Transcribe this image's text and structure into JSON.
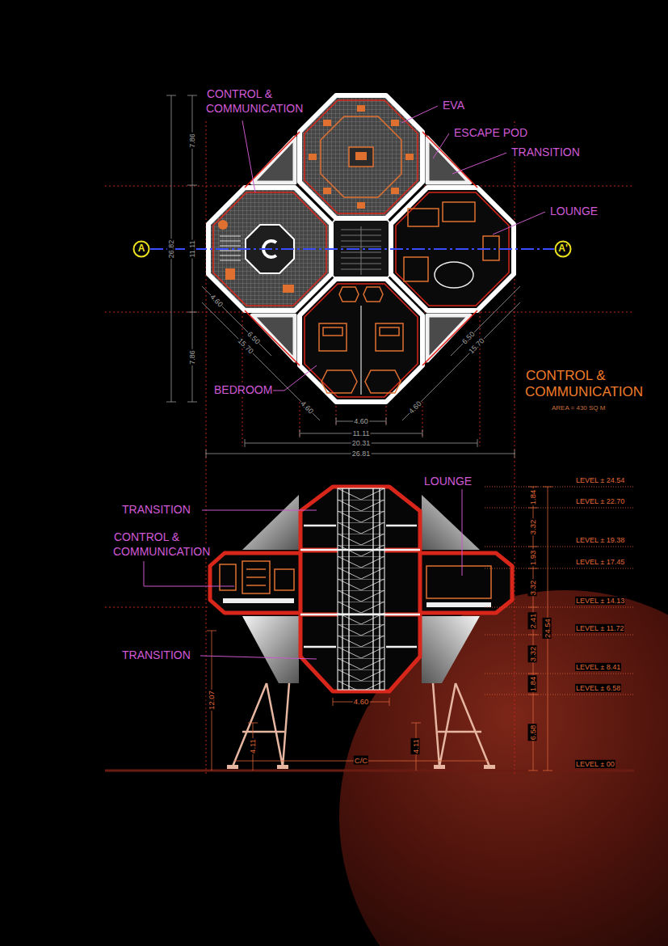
{
  "diagram": {
    "title": "CONTROL & COMMUNICATION",
    "caption": "AREA = 430 SQ M",
    "nodes": [
      {
        "text": [
          "A"
        ]
      },
      {
        "text": [
          "A'"
        ]
      }
    ],
    "edges": [
      {
        "from": 0,
        "to": 1,
        "arrow": "none"
      }
    ],
    "labels": [
      "CONTROL & COMMUNICATION",
      "EVA",
      "ESCAPE POD",
      "TRANSITION",
      "LOUNGE",
      "BEDROOM",
      "7.86",
      "26.82",
      "11.11",
      "7.86",
      "4.60",
      "6.50",
      "15.70",
      "4.60",
      "6.50",
      "15.70",
      "4.60",
      "4.60",
      "11.11",
      "20.31",
      "26.81",
      "LOUNGE",
      "TRANSITION",
      "CONTROL & COMMUNICATION",
      "TRANSITION",
      "4.60",
      "12.07",
      "4.11",
      "4.11",
      "C/C",
      "1.84",
      "3.32",
      "1.93",
      "3.32",
      "2.41",
      "3.32",
      "1.84",
      "6.58",
      "24.54",
      "LEVEL ± 24.54",
      "LEVEL ± 22.70",
      "LEVEL ± 19.38",
      "LEVEL ± 17.45",
      "LEVEL ± 14.13",
      "LEVEL ± 11.72",
      "LEVEL ± 8.41",
      "LEVEL ± 6.58",
      "LEVEL ± 00"
    ]
  }
}
